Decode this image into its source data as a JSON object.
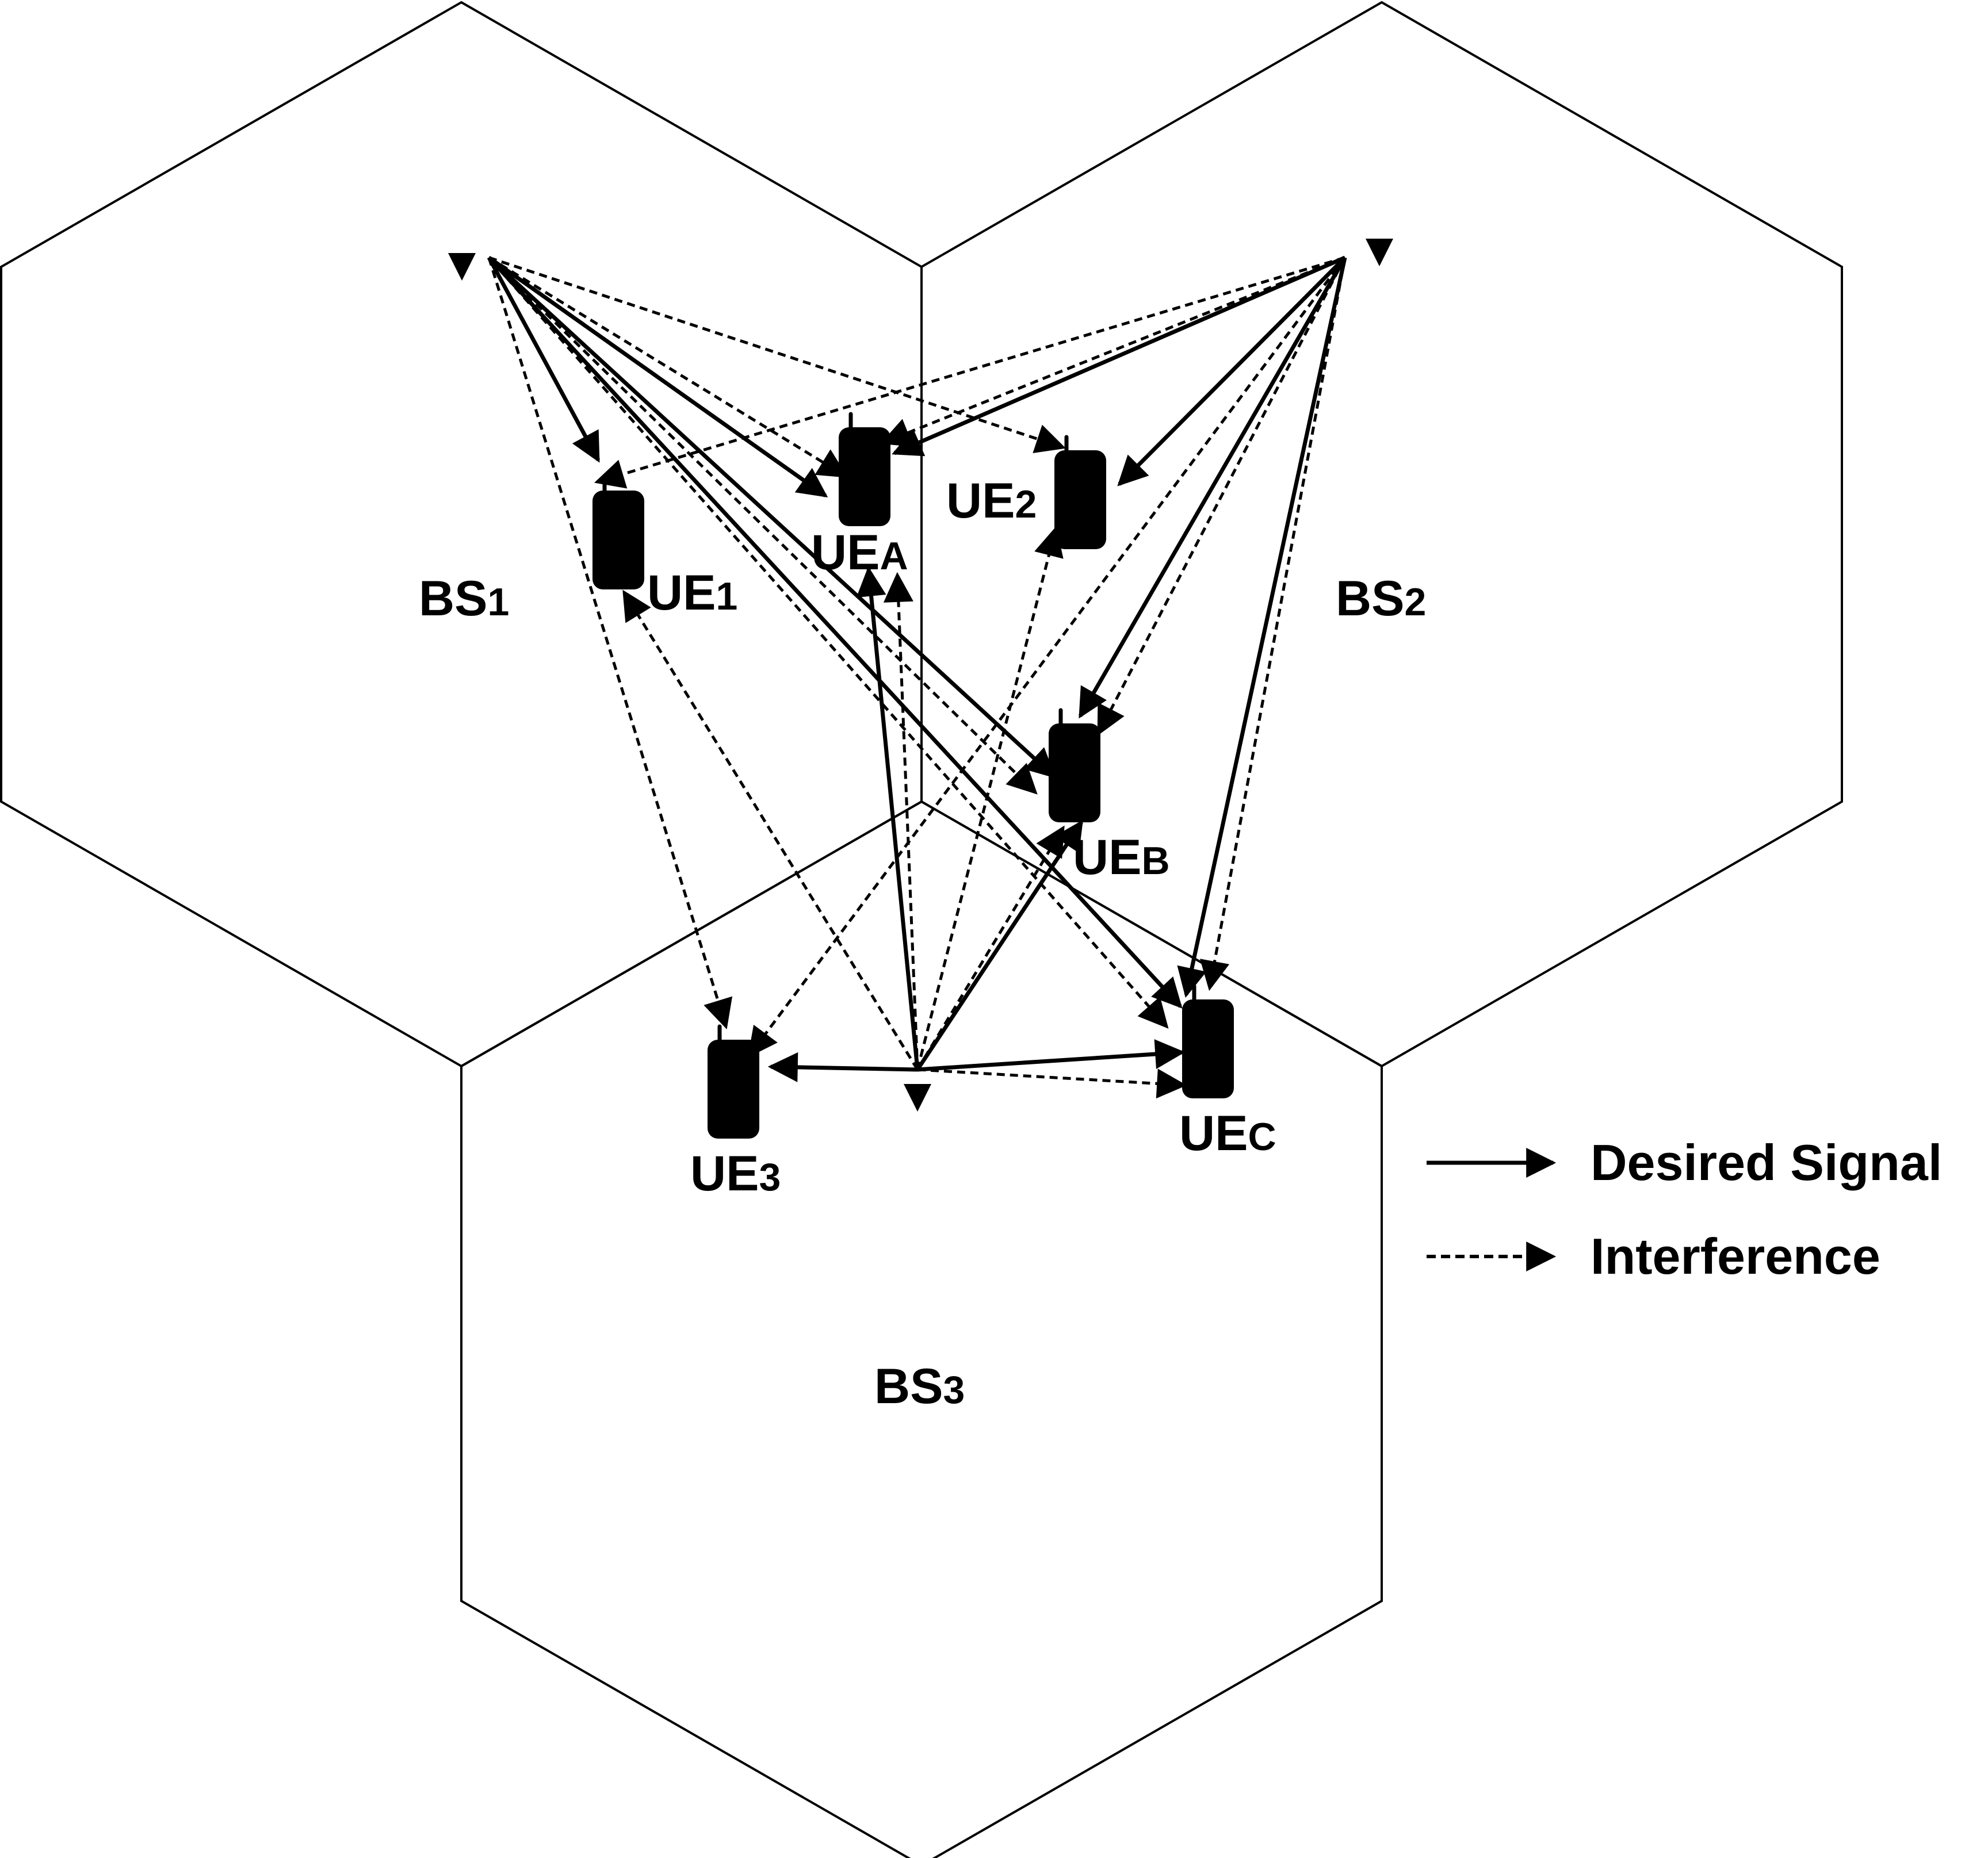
{
  "base_stations": [
    {
      "id": "bs1",
      "main": "BS",
      "sub": "1"
    },
    {
      "id": "bs2",
      "main": "BS",
      "sub": "2"
    },
    {
      "id": "bs3",
      "main": "BS",
      "sub": "3"
    }
  ],
  "user_equipment": [
    {
      "id": "ue1",
      "main": "UE",
      "sub": "1"
    },
    {
      "id": "ue2",
      "main": "UE",
      "sub": "2"
    },
    {
      "id": "ue3",
      "main": "UE",
      "sub": "3"
    },
    {
      "id": "uea",
      "main": "UE",
      "sub": "A"
    },
    {
      "id": "ueb",
      "main": "UE",
      "sub": "B"
    },
    {
      "id": "uec",
      "main": "UE",
      "sub": "C"
    }
  ],
  "links": [
    {
      "from": "bs1",
      "to": "ue1",
      "kind": "desired"
    },
    {
      "from": "bs1",
      "to": "uea",
      "kind": "desired"
    },
    {
      "from": "bs1",
      "to": "ueb",
      "kind": "desired"
    },
    {
      "from": "bs1",
      "to": "uec",
      "kind": "desired"
    },
    {
      "from": "bs1",
      "to": "ue2",
      "kind": "interference"
    },
    {
      "from": "bs1",
      "to": "ue3",
      "kind": "interference"
    },
    {
      "from": "bs1",
      "to": "uea",
      "kind": "interference"
    },
    {
      "from": "bs1",
      "to": "ueb",
      "kind": "interference"
    },
    {
      "from": "bs1",
      "to": "uec",
      "kind": "interference"
    },
    {
      "from": "bs2",
      "to": "ue2",
      "kind": "desired"
    },
    {
      "from": "bs2",
      "to": "uea",
      "kind": "desired"
    },
    {
      "from": "bs2",
      "to": "ueb",
      "kind": "desired"
    },
    {
      "from": "bs2",
      "to": "uec",
      "kind": "desired"
    },
    {
      "from": "bs2",
      "to": "ue1",
      "kind": "interference"
    },
    {
      "from": "bs2",
      "to": "ue3",
      "kind": "interference"
    },
    {
      "from": "bs2",
      "to": "uea",
      "kind": "interference"
    },
    {
      "from": "bs2",
      "to": "ueb",
      "kind": "interference"
    },
    {
      "from": "bs2",
      "to": "uec",
      "kind": "interference"
    },
    {
      "from": "bs3",
      "to": "ue3",
      "kind": "desired"
    },
    {
      "from": "bs3",
      "to": "uea",
      "kind": "desired"
    },
    {
      "from": "bs3",
      "to": "ueb",
      "kind": "desired"
    },
    {
      "from": "bs3",
      "to": "uec",
      "kind": "desired"
    },
    {
      "from": "bs3",
      "to": "ue1",
      "kind": "interference"
    },
    {
      "from": "bs3",
      "to": "ue2",
      "kind": "interference"
    },
    {
      "from": "bs3",
      "to": "uea",
      "kind": "interference"
    },
    {
      "from": "bs3",
      "to": "ueb",
      "kind": "interference"
    },
    {
      "from": "bs3",
      "to": "uec",
      "kind": "interference"
    }
  ],
  "legend": {
    "desired": "Desired Signal",
    "interference": "Interference"
  }
}
